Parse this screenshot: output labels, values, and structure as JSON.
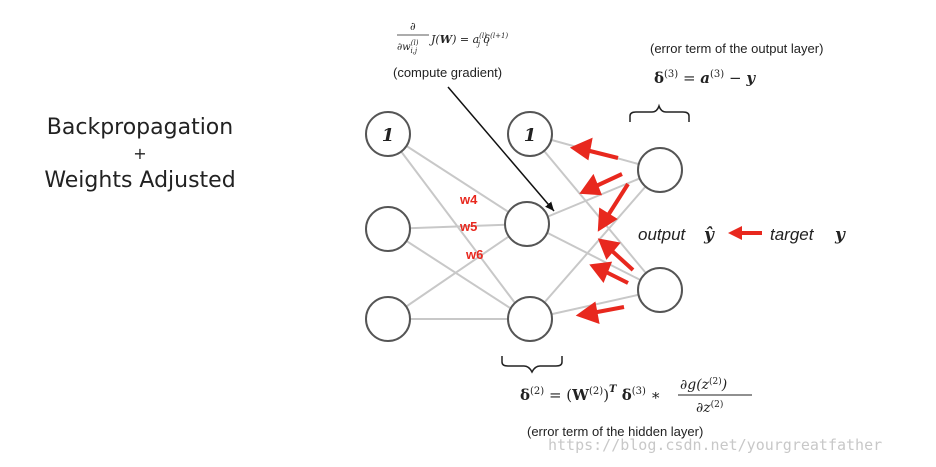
{
  "title": {
    "line1": "Backpropagation",
    "line2": "+",
    "line3": "Weights Adjusted"
  },
  "nodes": {
    "bias_label": "1"
  },
  "weights": [
    "w4",
    "w5",
    "w6"
  ],
  "annotations": {
    "gradient_note": "(compute gradient)",
    "output_error_title": "(error term of the output layer)",
    "hidden_error_title": "(error term of the hidden layer)",
    "output_label": "output",
    "target_label": "target",
    "target_var": "y",
    "output_var": "ŷ"
  },
  "formulas": {
    "gradient": "∂/∂w(l)i,j J(W) = a(l)j δ(l+1)i",
    "output_delta": "δ(3) = a(3) − y",
    "hidden_delta": "δ(2) = (W(2))ᵀ δ(3) ∗ ∂g(z(2))/∂z(2)"
  },
  "watermark": "https://blog.csdn.net/yourgreatfather",
  "colors": {
    "arrow": "#e8281e",
    "weight_label": "#e8281e",
    "edge": "#c8c8c8",
    "node_stroke": "#555555"
  }
}
